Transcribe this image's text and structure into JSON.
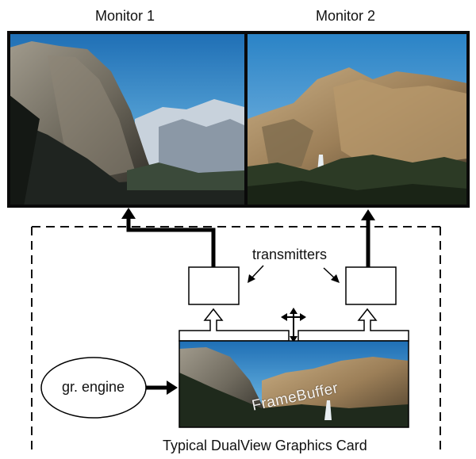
{
  "monitors": [
    {
      "label": "Monitor 1"
    },
    {
      "label": "Monitor 2"
    }
  ],
  "transmitters_label": "transmitters",
  "engine_label": "gr. engine",
  "framebuffer_label": "FrameBuffer",
  "card_label": "Typical DualView Graphics Card"
}
